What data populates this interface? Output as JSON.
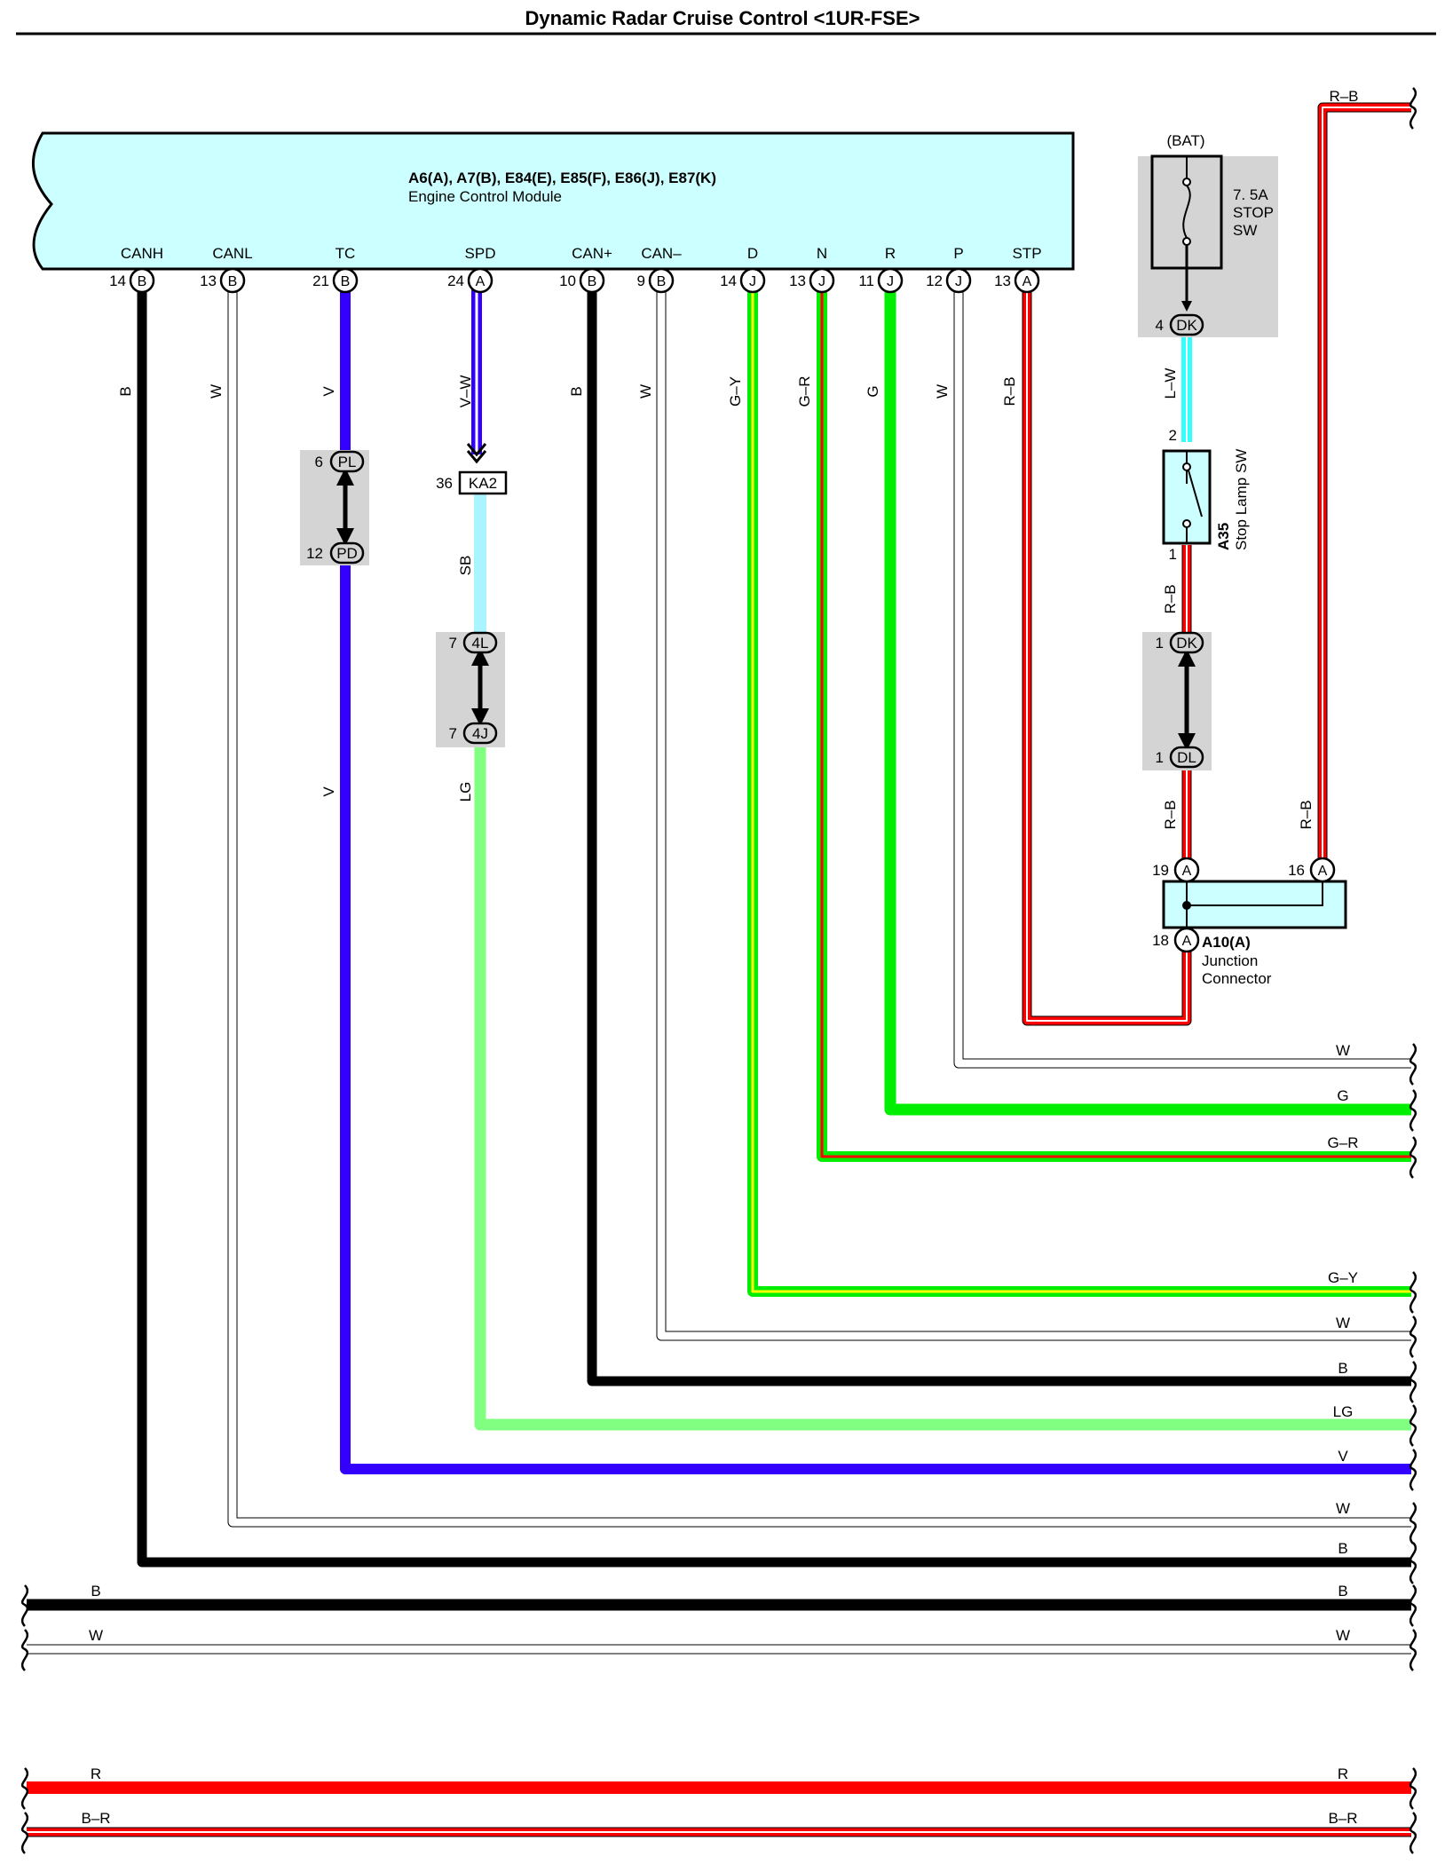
{
  "title": "Dynamic Radar Cruise Control <1UR-FSE>",
  "ecm": {
    "connectors": "A6(A), A7(B), E84(E), E85(F), E86(J), E87(K)",
    "name": "Engine Control Module",
    "pins": [
      {
        "label": "CANH",
        "num": "14",
        "conn": "B"
      },
      {
        "label": "CANL",
        "num": "13",
        "conn": "B"
      },
      {
        "label": "TC",
        "num": "21",
        "conn": "B"
      },
      {
        "label": "SPD",
        "num": "24",
        "conn": "A"
      },
      {
        "label": "CAN+",
        "num": "10",
        "conn": "B"
      },
      {
        "label": "CAN–",
        "num": "9",
        "conn": "B"
      },
      {
        "label": "D",
        "num": "14",
        "conn": "J"
      },
      {
        "label": "N",
        "num": "13",
        "conn": "J"
      },
      {
        "label": "R",
        "num": "11",
        "conn": "J"
      },
      {
        "label": "P",
        "num": "12",
        "conn": "J"
      },
      {
        "label": "STP",
        "num": "13",
        "conn": "A"
      }
    ]
  },
  "wire_colors": {
    "canh": "B",
    "canl": "W",
    "tc": "V",
    "spd": "V–W",
    "can_plus": "B",
    "can_minus": "W",
    "d": "G–Y",
    "n": "G–R",
    "r": "G",
    "p": "W",
    "stp": "R–B",
    "spd_lower": "SB",
    "spd_bottom": "LG",
    "tc_lower": "V",
    "fuse_out": "L–W",
    "sw_out": "R–B",
    "dl_out": "R–B",
    "right_feed": "R–B"
  },
  "inline_connectors": {
    "pl": {
      "num": "6",
      "code": "PL"
    },
    "pd": {
      "num": "12",
      "code": "PD"
    },
    "ka2": {
      "num": "36",
      "code": "KA2"
    },
    "c4l": {
      "num": "7",
      "code": "4L"
    },
    "c4j": {
      "num": "7",
      "code": "4J"
    },
    "dk_top": {
      "num": "4",
      "code": "DK"
    },
    "dk_mid": {
      "num": "1",
      "code": "DK"
    },
    "dl": {
      "num": "1",
      "code": "DL"
    }
  },
  "fuse": {
    "source": "(BAT)",
    "rating": "7. 5A",
    "name1": "STOP",
    "name2": "SW"
  },
  "stop_lamp_sw": {
    "pin_top": "2",
    "pin_bottom": "1",
    "code": "A35",
    "name": "Stop Lamp SW"
  },
  "junction": {
    "pin19": "19",
    "pin16": "16",
    "pin18": "18",
    "conn": "A",
    "code": "A10(A)",
    "name1": "Junction",
    "name2": "Connector"
  },
  "right_edge_labels": [
    "W",
    "G",
    "G–R",
    "G–Y",
    "W",
    "B",
    "LG",
    "V",
    "W",
    "B"
  ],
  "bottom_wires": [
    {
      "left": "B",
      "right": "B"
    },
    {
      "left": "W",
      "right": "W"
    },
    {
      "left": "R",
      "right": "R"
    },
    {
      "left": "B–R",
      "right": "B–R"
    }
  ],
  "top_right_label": "R–B",
  "colors": {
    "ecm_fill": "#ccffff",
    "gray_box": "#d4d4d4",
    "violet": "#3300ff",
    "green": "#00ee00",
    "light_green": "#80ff80",
    "cyan": "#33ffff",
    "red": "#ff0000",
    "yellow": "#ffff00"
  }
}
